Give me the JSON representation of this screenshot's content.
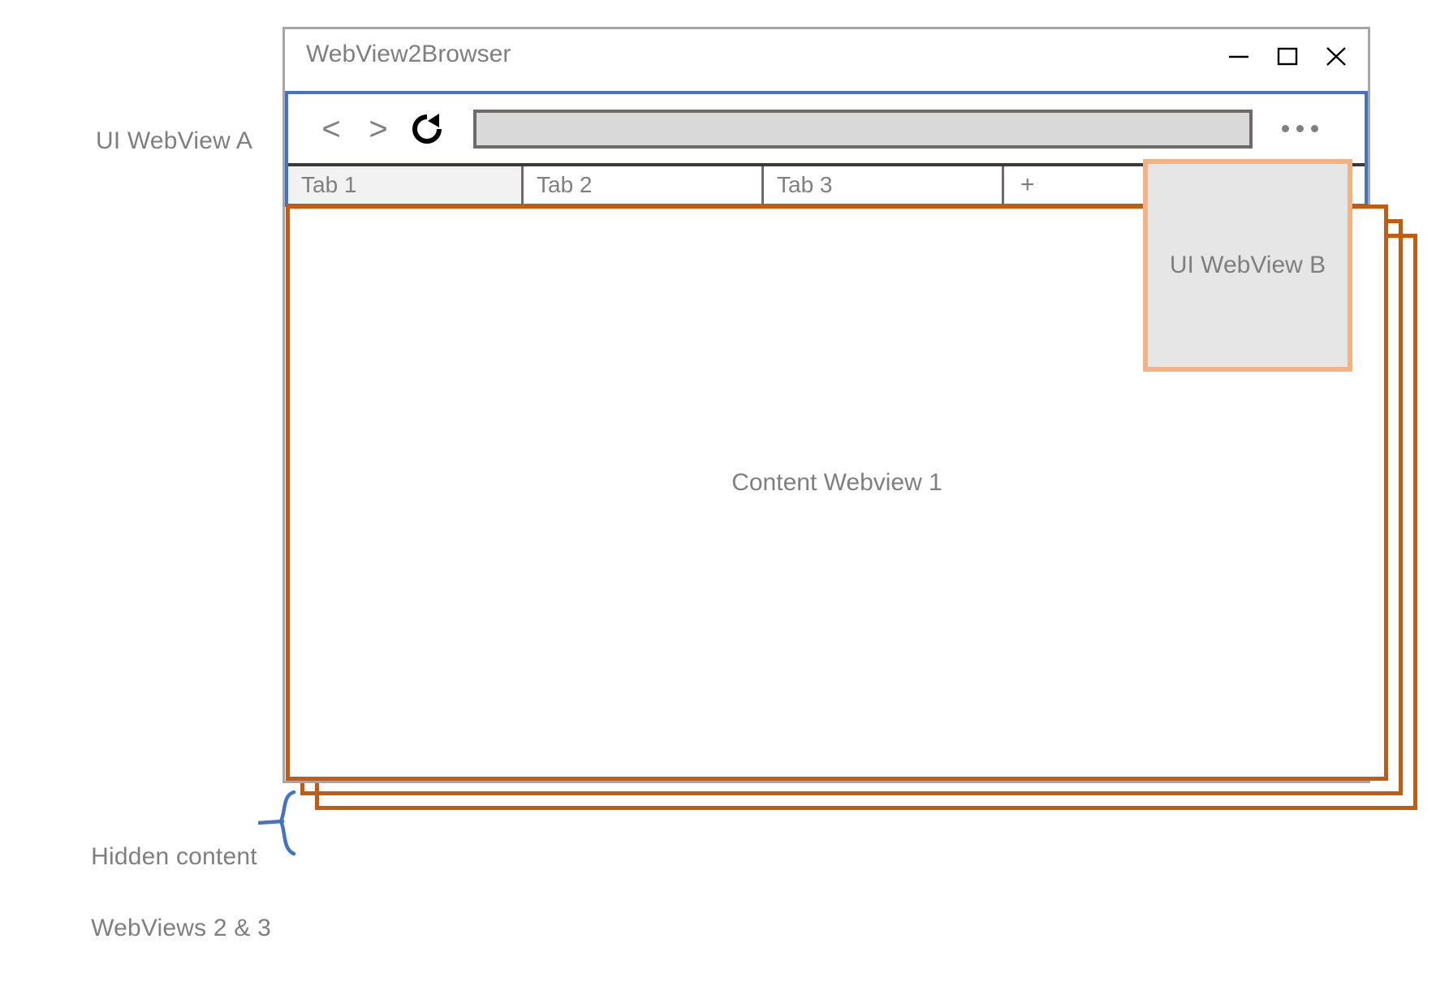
{
  "diagram": {
    "annotations": {
      "webview_a_label": "UI WebView A",
      "hidden_line_1": "Hidden content",
      "hidden_line_2": "WebViews 2 & 3"
    },
    "colors": {
      "ui_webview_a_border": "#4472C4",
      "ui_webview_b_border": "#F4B183",
      "ui_webview_b_fill": "#e7e6e6",
      "content_webview_border": "#C55A11",
      "window_border": "#a6a6a6",
      "text_gray": "#7f7f7f",
      "tab_active_fill": "#f2f2f2",
      "address_bar_fill": "#d9d9d9",
      "address_bar_border": "#6e6a6a",
      "tab_divider": "#6e6a6a",
      "tab_strip_top_rule": "#3b3838",
      "brace_blue": "#4472C4"
    }
  },
  "window": {
    "title": "WebView2Browser",
    "controls": [
      {
        "name": "minimize-button",
        "icon": "minimize-icon",
        "label": "—"
      },
      {
        "name": "maximize-button",
        "icon": "maximize-icon",
        "label": "□"
      },
      {
        "name": "close-button",
        "icon": "close-icon",
        "label": "✕"
      }
    ]
  },
  "toolbar": {
    "back_label": "<",
    "forward_label": ">",
    "reload_icon": "reload-icon",
    "address_bar_value": "",
    "address_bar_placeholder": "",
    "menu_icon": "ellipsis-icon"
  },
  "tabs": {
    "items": [
      {
        "label": "Tab 1",
        "active": true
      },
      {
        "label": "Tab 2",
        "active": false
      },
      {
        "label": "Tab 3",
        "active": false
      }
    ],
    "new_tab_label": "+"
  },
  "content": {
    "webview_1_label": "Content Webview 1",
    "ui_webview_b_label": "UI WebView B",
    "hidden_webview_count": 2
  }
}
